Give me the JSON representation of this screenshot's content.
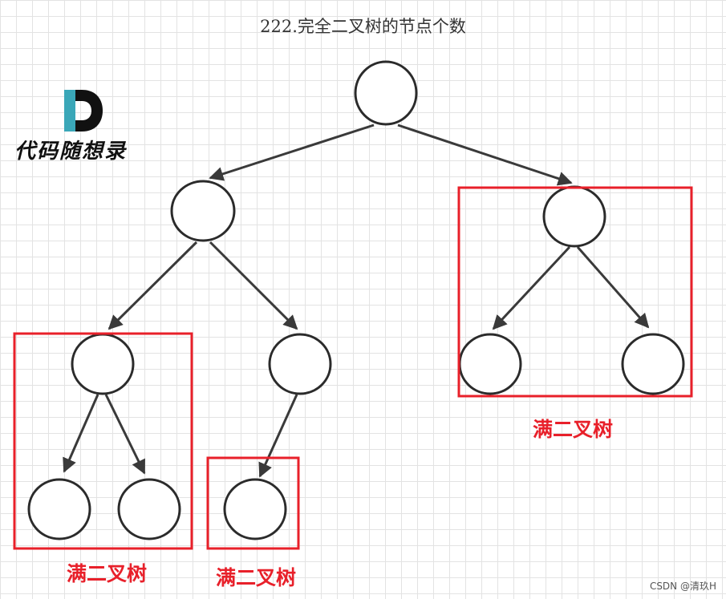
{
  "title": "222.完全二叉树的节点个数",
  "logo": {
    "text": "代码随想录",
    "letter": "D"
  },
  "labels": {
    "full_tree_1": "满二叉树",
    "full_tree_2": "满二叉树",
    "full_tree_3": "满二叉树"
  },
  "watermark": "CSDN @清玖H",
  "colors": {
    "highlight": "#e8202a",
    "node_stroke": "#2b2b2b",
    "grid": "#e3e3e3"
  }
}
